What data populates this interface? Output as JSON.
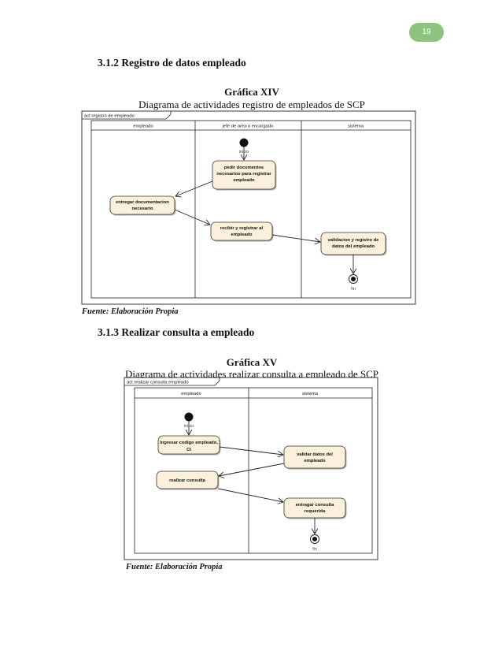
{
  "page_number": "19",
  "section1": {
    "heading": "3.1.2 Registro de datos empleado",
    "figure_title": "Gráfica XIV",
    "figure_caption": "Diagrama de actividades registro de empleados de SCP",
    "frame_label": "act registro de empleado",
    "lanes": [
      "empleado",
      "jefe de area o encargado",
      "sistema"
    ],
    "initial_label": "inicio",
    "final_label": "fin",
    "activities": [
      [
        "pedir documentos",
        "necesarios para registrar",
        "empleado"
      ],
      [
        "entregar documentacion",
        "necesario"
      ],
      [
        "recibir y registrar al",
        "empleado"
      ],
      [
        "validacion y registro de",
        "datos del empleado"
      ]
    ],
    "source": "Fuente: Elaboración Propia"
  },
  "section2": {
    "heading": "3.1.3 Realizar consulta a empleado",
    "figure_title": "Gráfica XV",
    "figure_caption": "Diagrama de actividades realizar consulta a empleado de SCP",
    "frame_label": "act realizar consulta empleado",
    "lanes": [
      "empleado",
      "sistema"
    ],
    "initial_label": "inicio",
    "final_label": "fin",
    "activities": [
      [
        "ingresar codigo empleado,",
        "CI"
      ],
      [
        "validar datos del",
        "empleado"
      ],
      [
        "realizar consulta"
      ],
      [
        "entragar consulta",
        "requerida"
      ]
    ],
    "source": "Fuente: Elaboración Propia"
  },
  "colors": {
    "activity_fill": "#fbf0dc",
    "accent": "#8dc37d"
  }
}
